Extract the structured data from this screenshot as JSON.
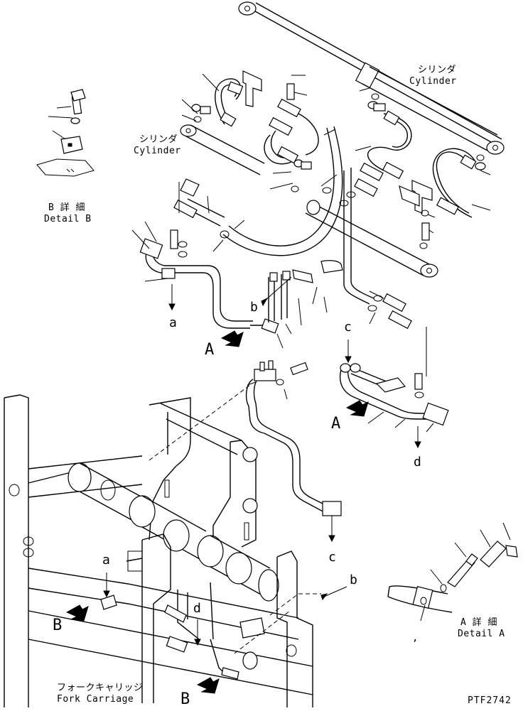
{
  "labels": {
    "cyl_top_jp": "シリンダ",
    "cyl_top_en": "Cylinder",
    "cyl_mid_jp": "シリンダ",
    "cyl_mid_en": "Cylinder",
    "detail_b_jp": "B 詳 細",
    "detail_b_en": "Detail B",
    "detail_a_jp": "A 詳 細",
    "detail_a_en": "Detail A",
    "fork_jp": "フォークキャリッジ",
    "fork_en": "Fork Carriage",
    "ref_code": "PTF2742"
  },
  "markers": {
    "a_top": "a",
    "b_mid": "b",
    "A_left": "A",
    "c_top": "c",
    "A_right": "A",
    "d_right": "d",
    "c_bottom": "c",
    "b_right": "b",
    "a_bottom": "a",
    "d_bottom": "d",
    "B_left": "B",
    "B_bottom": "B",
    "comma_mark": ","
  }
}
